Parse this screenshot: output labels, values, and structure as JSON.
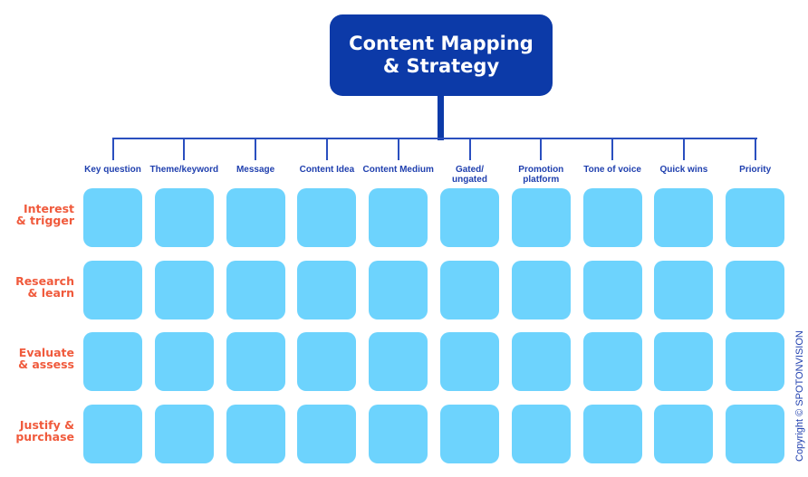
{
  "title": {
    "line1": "Content Mapping",
    "line2": "& Strategy"
  },
  "columns": [
    {
      "line1": "Key question",
      "line2": ""
    },
    {
      "line1": "Theme/keyword",
      "line2": ""
    },
    {
      "line1": "Message",
      "line2": ""
    },
    {
      "line1": "Content Idea",
      "line2": ""
    },
    {
      "line1": "Content Medium",
      "line2": ""
    },
    {
      "line1": "Gated/",
      "line2": "ungated"
    },
    {
      "line1": "Promotion",
      "line2": "platform"
    },
    {
      "line1": "Tone of voice",
      "line2": ""
    },
    {
      "line1": "Quick wins",
      "line2": ""
    },
    {
      "line1": "Priority",
      "line2": ""
    }
  ],
  "rows": [
    {
      "line1": "Interest",
      "line2": "& trigger"
    },
    {
      "line1": "Research",
      "line2": "& learn"
    },
    {
      "line1": "Evaluate",
      "line2": "& assess"
    },
    {
      "line1": "Justify &",
      "line2": "purchase"
    }
  ],
  "copyright": "Copyright © SPOTONVISION",
  "colors": {
    "title_bg": "#0c3aa8",
    "cell": "#6dd3fd",
    "row_label": "#f05a3c",
    "col_label": "#1f3fae"
  }
}
